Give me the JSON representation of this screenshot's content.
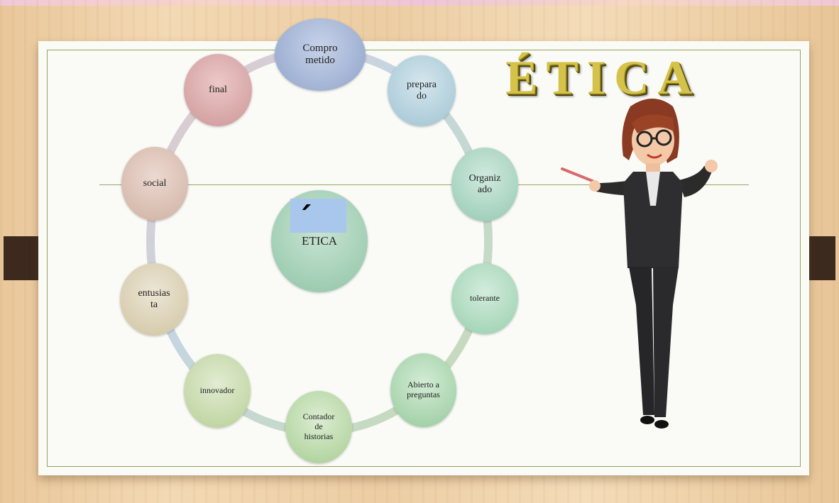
{
  "title": "ÉTICA",
  "center": {
    "accent": "´",
    "label": "ETICA"
  },
  "nodes": [
    "Compro\nmetido",
    "prepara\ndo",
    "Organiz\nado",
    "tolerante",
    "Abierto a\npreguntas",
    "Contador\nde\nhistorias",
    "innovador",
    "entusias\nta",
    "social",
    "final"
  ],
  "colors": {
    "ring": "#c9d2c3",
    "title_gold": "#d4c24a",
    "board_tab": "#3d2a1e"
  },
  "illustration": "businesswoman-presenting-with-pointer"
}
